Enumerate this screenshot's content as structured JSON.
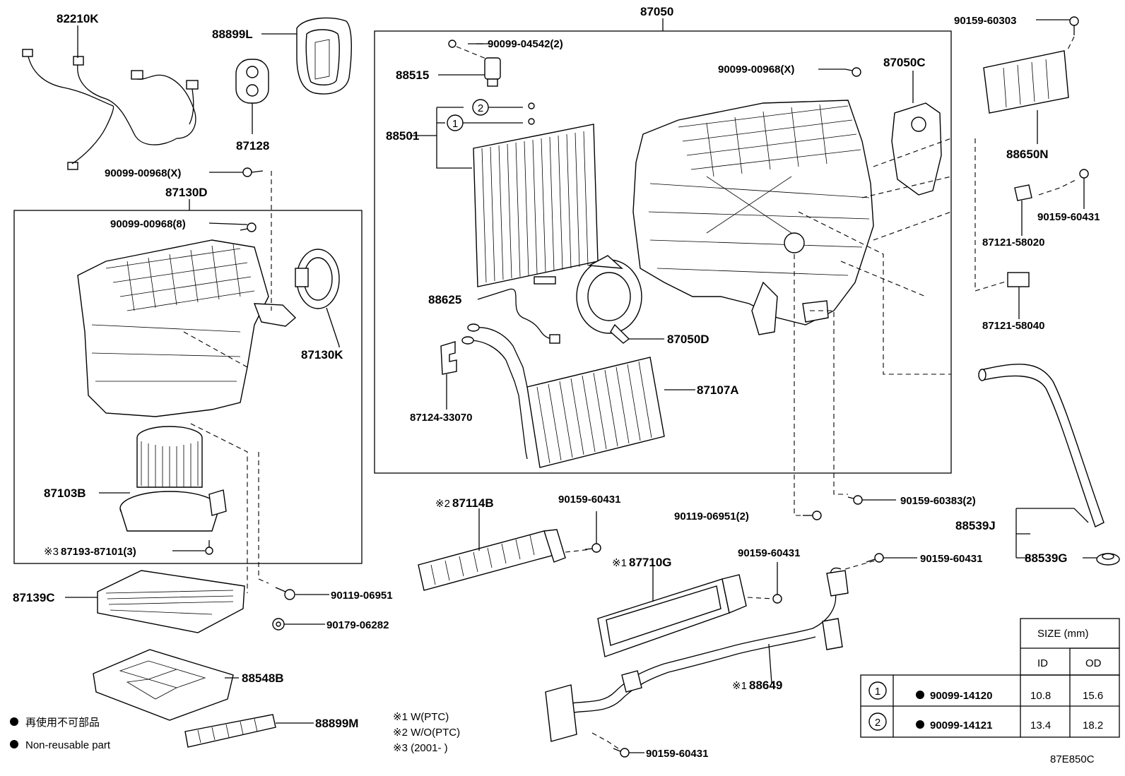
{
  "labels": {
    "p82210K": "82210K",
    "p88899L": "88899L",
    "p87128": "87128",
    "p87050": "87050",
    "p90099_04542": "90099-04542(2)",
    "p88515": "88515",
    "p90099_00968X_top": "90099-00968(X)",
    "p87050C": "87050C",
    "p90159_60303": "90159-60303",
    "p88650N": "88650N",
    "p88501": "88501",
    "p90099_00968X_left": "90099-00968(X)",
    "p87130D": "87130D",
    "p90099_00968_8": "90099-00968(8)",
    "p87130K": "87130K",
    "p88625": "88625",
    "p87050D": "87050D",
    "p87107A": "87107A",
    "p87124_33070": "87124-33070",
    "p90159_60431_r": "90159-60431",
    "p87121_58020": "87121-58020",
    "p87121_58040": "87121-58040",
    "p87103B": "87103B",
    "p87193_87101": "87193-87101(3)",
    "p87114B": "87114B",
    "p90159_60431_a": "90159-60431",
    "p90119_06951_2": "90119-06951(2)",
    "p90159_60383": "90159-60383(2)",
    "p88539J": "88539J",
    "p88539G": "88539G",
    "p87710G": "87710G",
    "p90159_60431_b": "90159-60431",
    "p90159_60431_c": "90159-60431",
    "p87139C": "87139C",
    "p90119_06951": "90119-06951",
    "p90179_06282": "90179-06282",
    "p88548B": "88548B",
    "p88899M": "88899M",
    "p88649": "88649",
    "p90159_60431_d": "90159-60431",
    "diagram_code": "87E850C"
  },
  "marks": {
    "m1": "※1",
    "m2": "※2",
    "m3": "※3",
    "circle1": "1",
    "circle2": "2"
  },
  "legend": {
    "jp": "再使用不可部品",
    "en": "Non-reusable part"
  },
  "notes": {
    "n1": "※1 W(PTC)",
    "n2": "※2 W/O(PTC)",
    "n3": "※3 (2001-        )"
  },
  "size_table": {
    "header": "SIZE (mm)",
    "col_id": "ID",
    "col_od": "OD",
    "rows": [
      {
        "ref": "1",
        "part": "90099-14120",
        "id": "10.8",
        "od": "15.6"
      },
      {
        "ref": "2",
        "part": "90099-14121",
        "id": "13.4",
        "od": "18.2"
      }
    ]
  }
}
